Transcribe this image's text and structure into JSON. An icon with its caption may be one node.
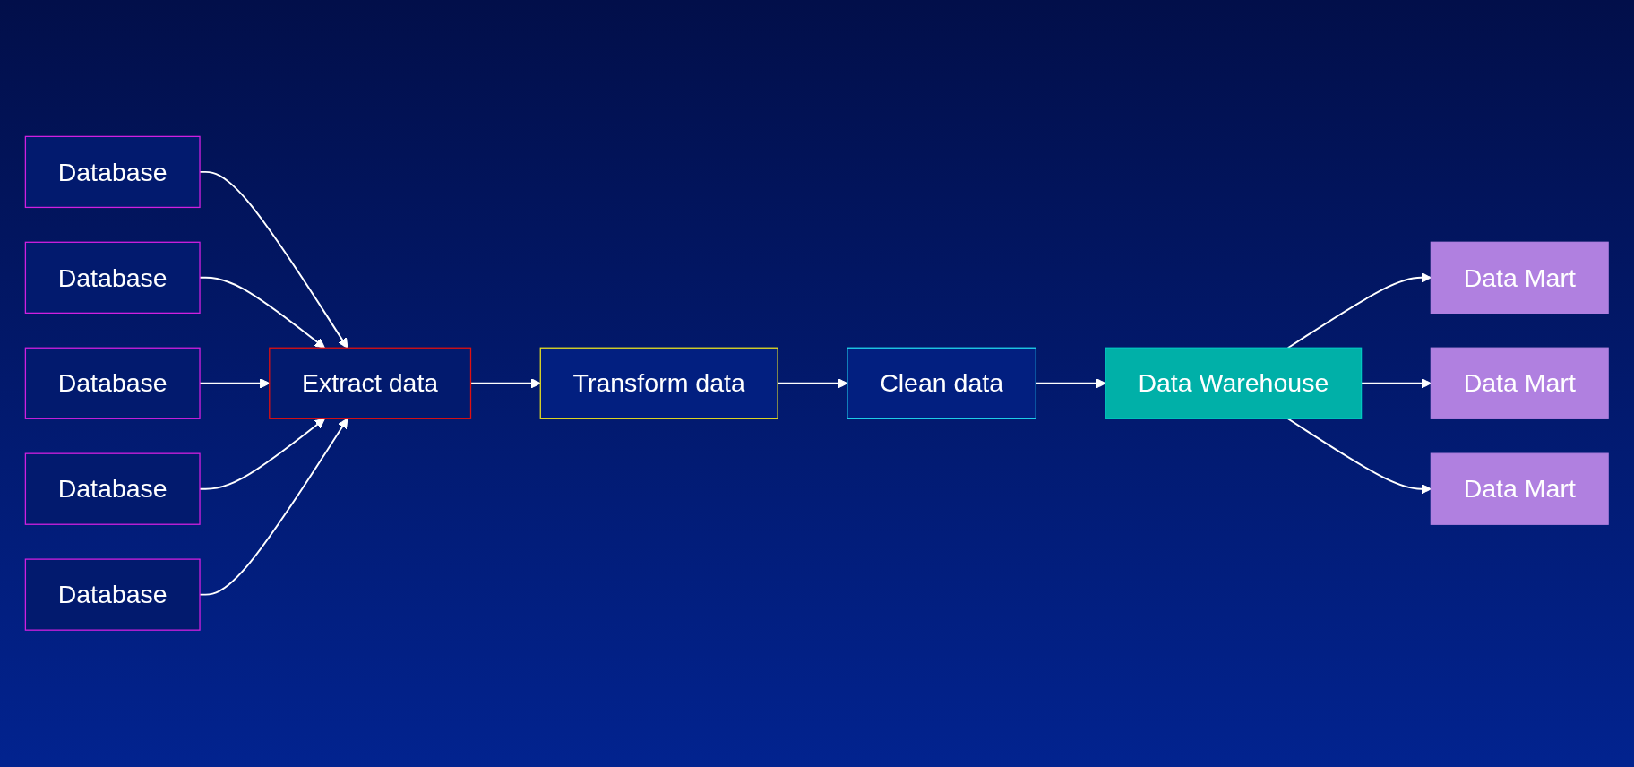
{
  "diagram": {
    "nodes": [
      {
        "text": [
          "Database"
        ]
      },
      {
        "text": [
          "Database"
        ]
      },
      {
        "text": [
          "Database"
        ]
      },
      {
        "text": [
          "Database"
        ]
      },
      {
        "text": [
          "Database"
        ]
      },
      {
        "text": [
          "Extract data"
        ]
      },
      {
        "text": [
          "Transform data"
        ]
      },
      {
        "text": [
          "Clean data"
        ]
      },
      {
        "text": [
          "Data Warehouse"
        ]
      },
      {
        "text": [
          "Data Mart"
        ]
      },
      {
        "text": [
          "Data Mart"
        ]
      },
      {
        "text": [
          "Data Mart"
        ]
      }
    ],
    "edges": [
      {
        "from": 0,
        "to": 5,
        "arrow": "to"
      },
      {
        "from": 1,
        "to": 5,
        "arrow": "to"
      },
      {
        "from": 2,
        "to": 5,
        "arrow": "to"
      },
      {
        "from": 3,
        "to": 5,
        "arrow": "to"
      },
      {
        "from": 4,
        "to": 5,
        "arrow": "to"
      },
      {
        "from": 5,
        "to": 6,
        "arrow": "to"
      },
      {
        "from": 6,
        "to": 7,
        "arrow": "to"
      },
      {
        "from": 7,
        "to": 8,
        "arrow": "to"
      },
      {
        "from": 8,
        "to": 9,
        "arrow": "to"
      },
      {
        "from": 8,
        "to": 10,
        "arrow": "to"
      },
      {
        "from": 8,
        "to": 11,
        "arrow": "to"
      }
    ]
  }
}
